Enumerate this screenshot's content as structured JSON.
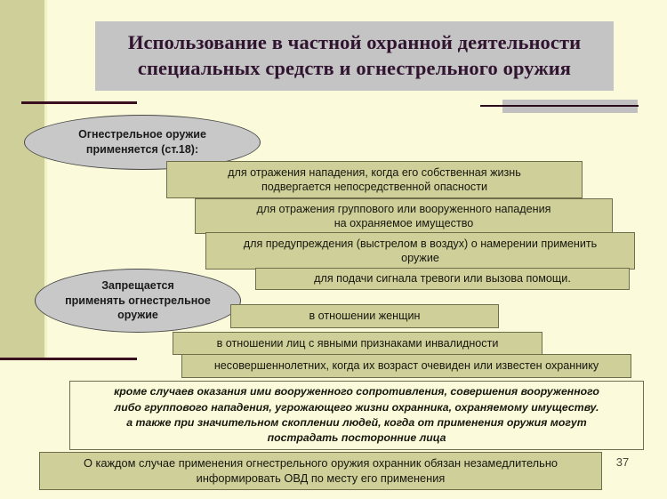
{
  "slide": {
    "number": "37",
    "background_color": "#fbfbdc",
    "accent_band_color": "#cfcf9a",
    "title_box_color": "#c4c4c4",
    "ellipse_color": "#c8c8c8",
    "box_color": "#cfcf9a",
    "rule_color": "#3a1020"
  },
  "title": {
    "line1": "Использование в частной охранной деятельности",
    "line2": "специальных средств и огнестрельного оружия"
  },
  "use_section": {
    "ellipse": {
      "line1": "Огнестрельное оружие",
      "line2": "применяется (ст.18):"
    },
    "items": [
      {
        "line1": "для отражения нападения, когда его собственная жизнь",
        "line2": "подвергается непосредственной опасности"
      },
      {
        "line1": "для отражения группового или вооруженного нападения",
        "line2": "на охраняемое имущество"
      },
      {
        "line1": "для предупреждения (выстрелом в воздух) о намерении применить",
        "line2": "оружие"
      },
      {
        "line1": "для подачи сигнала тревоги или вызова помощи.",
        "line2": ""
      }
    ]
  },
  "prohibit_section": {
    "ellipse": {
      "line1": "Запрещается",
      "line2": "применять огнестрельное",
      "line3": "оружие"
    },
    "items": [
      {
        "line1": "в отношении женщин"
      },
      {
        "line1": "в отношении лиц с явными признаками инвалидности"
      },
      {
        "line1": "несовершеннолетних, когда их возраст очевиден или известен охраннику"
      }
    ],
    "exception": {
      "line1": "кроме случаев оказания ими вооруженного сопротивления, совершения вооруженного",
      "line2": "либо группового нападения, угрожающего жизни охранника, охраняемому имуществу.",
      "line3": "а также при значительном скоплении людей, когда от применения оружия могут",
      "line4": "пострадать посторонние лица"
    }
  },
  "notify": {
    "line1": "О каждом случае применения огнестрельного оружия охранник обязан незамедлительно",
    "line2": "информировать ОВД по месту его применения"
  }
}
